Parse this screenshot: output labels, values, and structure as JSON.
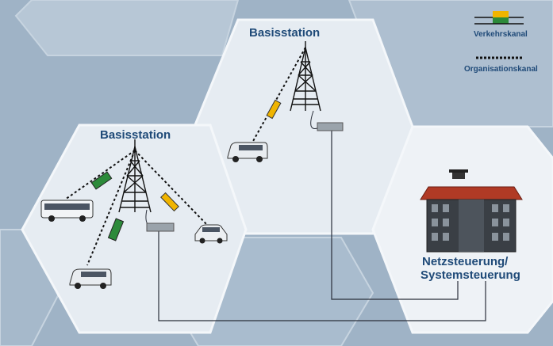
{
  "diagram": {
    "labels": {
      "base_station_top": "Basisstation",
      "base_station_left": "Basisstation",
      "network_control_line1": "Netzsteuerung/",
      "network_control_line2": "Systemsteuerung"
    },
    "legend": {
      "traffic_channel": "Verkehrskanal",
      "organisation_channel": "Organisationskanal"
    },
    "colors": {
      "background": "#9fb3c6",
      "cell_fill": "#e6ecf2",
      "label_text": "#1f4a78",
      "traffic_channel_green": "#2c8a3a",
      "organisation_channel_yellow": "#f0b400",
      "roof_red": "#b03a25"
    }
  }
}
